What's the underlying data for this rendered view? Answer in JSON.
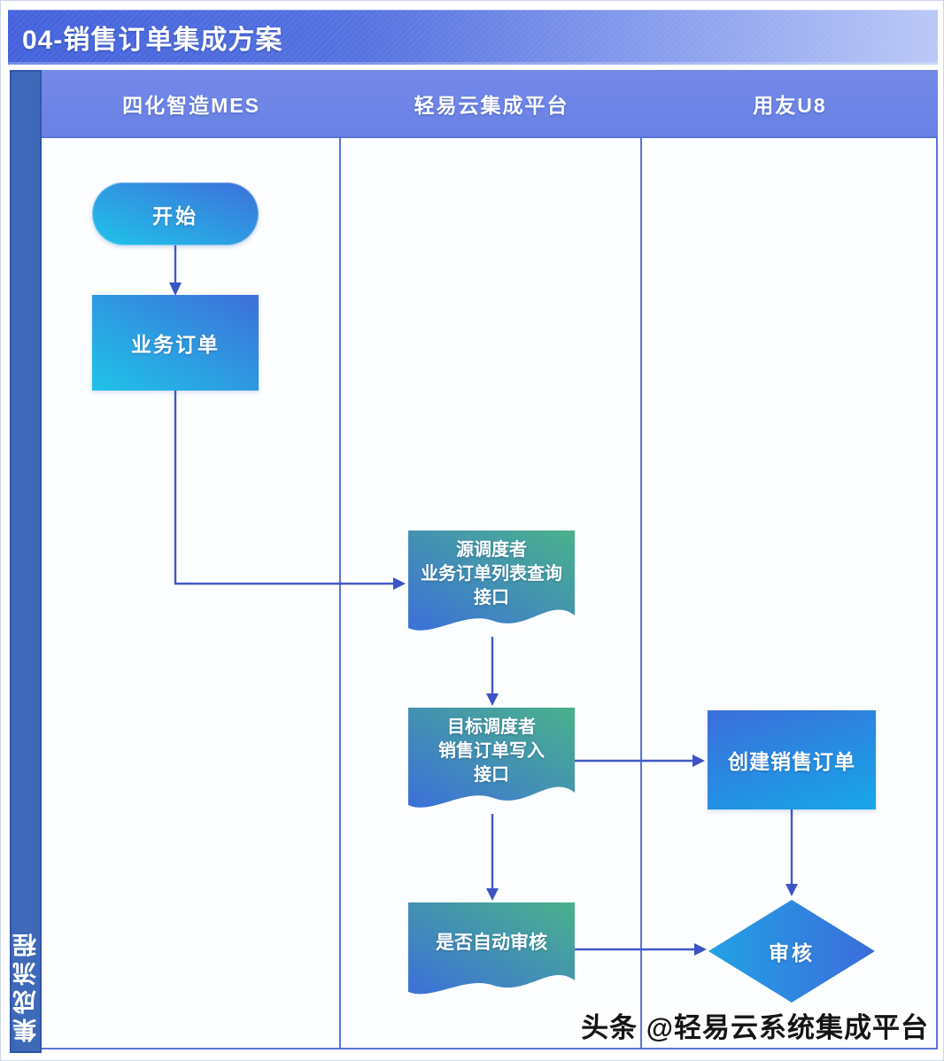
{
  "title": "04-销售订单集成方案",
  "sidebar_label": "集成流程",
  "lanes": [
    {
      "label": "四化智造MES"
    },
    {
      "label": "轻易云集成平台"
    },
    {
      "label": "用友U8"
    }
  ],
  "nodes": {
    "start": {
      "label": "开始",
      "lane": "四化智造MES",
      "shape": "terminator"
    },
    "business_order": {
      "label": "业务订单",
      "lane": "四化智造MES",
      "shape": "rectangle"
    },
    "source_scheduler": {
      "line1": "源调度者",
      "line2": "业务订单列表查询",
      "line3": "接口",
      "lane": "轻易云集成平台",
      "shape": "document"
    },
    "target_scheduler": {
      "line1": "目标调度者",
      "line2": "销售订单写入",
      "line3": "接口",
      "lane": "轻易云集成平台",
      "shape": "document"
    },
    "create_sales_order": {
      "label": "创建销售订单",
      "lane": "用友U8",
      "shape": "rectangle"
    },
    "auto_review_check": {
      "label": "是否自动审核",
      "lane": "轻易云集成平台",
      "shape": "document"
    },
    "review": {
      "label": "审核",
      "lane": "用友U8",
      "shape": "decision"
    }
  },
  "flow_edges": [
    "开始 → 业务订单",
    "业务订单 → 源调度者业务订单列表查询接口",
    "源调度者业务订单列表查询接口 → 目标调度者销售订单写入接口",
    "目标调度者销售订单写入接口 → 创建销售订单",
    "目标调度者销售订单写入接口 → 是否自动审核",
    "是否自动审核 → 审核",
    "创建销售订单 → 审核"
  ],
  "watermark": "头条 @轻易云系统集成平台",
  "colors": {
    "title_bar_left": "#4462dc",
    "title_bar_right": "#bac8f7",
    "lane_header": "#6e86e7",
    "sidebar": "#3e69b8",
    "lane_line": "#5b74d8",
    "connector": "#4159c8",
    "node_cyan": "#1fc4e9",
    "node_blue": "#3e6fdb",
    "node_green": "#4aaf8e",
    "node_sky": "#18a7e9"
  }
}
